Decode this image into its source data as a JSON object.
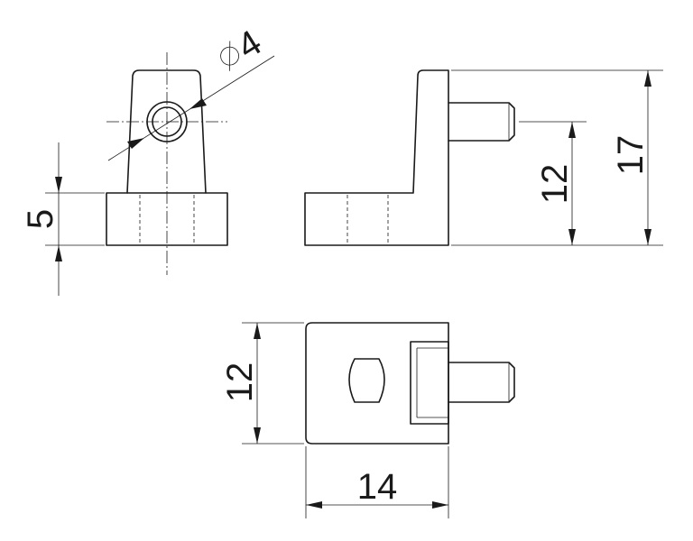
{
  "dimensions": {
    "diameter": "4",
    "flange_height": "5",
    "pin_height": "12",
    "total_height": "17",
    "base_width": "12",
    "base_length": "14"
  }
}
